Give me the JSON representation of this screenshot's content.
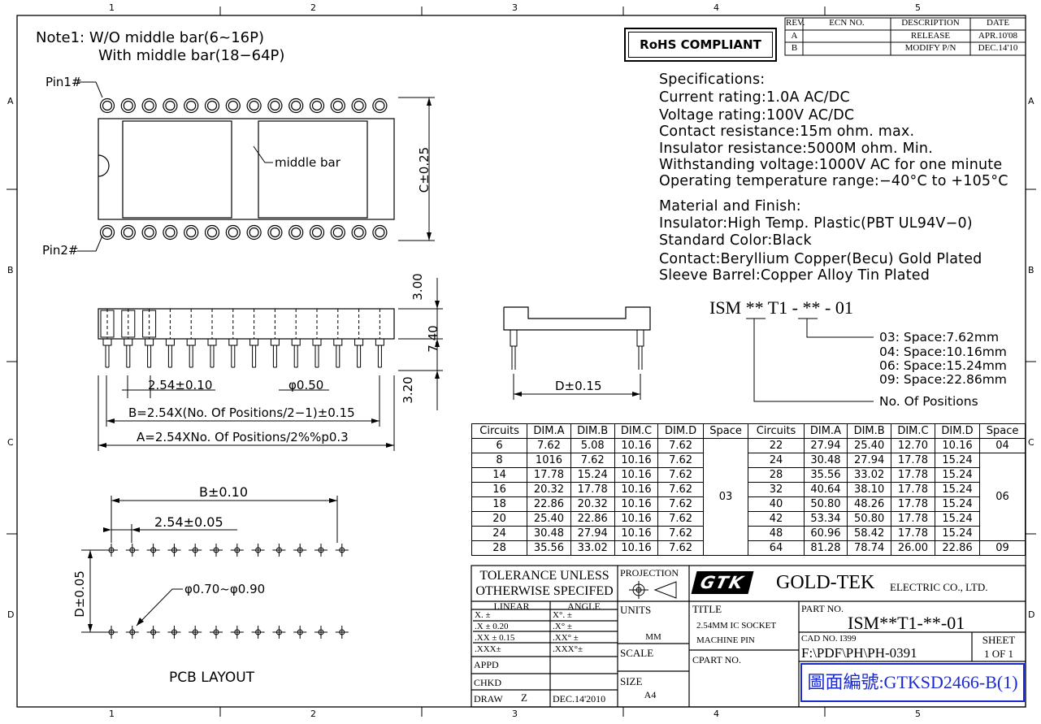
{
  "note": {
    "line1": "Note1:  W/O  middle  bar(6~16P)",
    "line2": "With  middle  bar(18−64P)"
  },
  "labels": {
    "pin1": "Pin1#",
    "pin2": "Pin2#",
    "middle_bar": "middle  bar",
    "dim_c": "C±0.25",
    "dim_300": "3.00",
    "dim_740": "7.40",
    "dim_320": "3.20",
    "pitch": "2.54±0.10",
    "pin_dia": "φ0.50",
    "dim_b": "B=2.54X(No.  Of  Positions/2−1)±0.15",
    "dim_a": "A=2.54XNo.  Of  Positions/2%%p0.3",
    "dim_d": "D±0.15",
    "pcb_b": "B±0.10",
    "pcb_pitch": "2.54±0.05",
    "pcb_d": "D±0.05",
    "pcb_hole": "φ0.70~φ0.90",
    "pcb_title": "PCB  LAYOUT"
  },
  "grid": {
    "cols": [
      "1",
      "2",
      "3",
      "4",
      "5"
    ],
    "rows": [
      "A",
      "B",
      "C",
      "D"
    ]
  },
  "rohs": "RoHS COMPLIANT",
  "revision": {
    "headers": [
      "REV.",
      "ECN NO.",
      "DESCRIPTION",
      "DATE"
    ],
    "rows": [
      [
        "A",
        "",
        "RELEASE",
        "APR.10'08"
      ],
      [
        "B",
        "",
        "MODIFY P/N",
        "DEC.14'10"
      ]
    ]
  },
  "specs": {
    "title": "Specifications:",
    "lines": [
      "Current  rating:1.0A  AC/DC",
      "Voltage  rating:100V  AC/DC",
      "Contact  resistance:15m  ohm.  max.",
      "Insulator  resistance:5000M  ohm.  Min.",
      "Withstanding  voltage:1000V  AC  for  one  minute",
      "Operating  temperature  range:−40°C  to  +105°C"
    ],
    "material_title": "Material  and  Finish:",
    "material_lines": [
      "Insulator:High  Temp.  Plastic(PBT  UL94V−0)",
      "Standard  Color:Black",
      "Contact:Beryllium  Copper(Becu)  Gold  Plated",
      "Sleeve  Barrel:Copper  Alloy  Tin  Plated"
    ]
  },
  "partcode": {
    "code": "ISM ** T1 - ** - 01",
    "space_lines": [
      "03:  Space:7.62mm",
      "04:  Space:10.16mm",
      "06:  Space:15.24mm",
      "09:  Space:22.86mm"
    ],
    "positions": "No.  Of  Positions"
  },
  "dim_table": {
    "headers": [
      "Circuits",
      "DIM.A",
      "DIM.B",
      "DIM.C",
      "DIM.D",
      "Space"
    ],
    "left": [
      [
        "6",
        "7.62",
        "5.08",
        "10.16",
        "7.62"
      ],
      [
        "8",
        "1016",
        "7.62",
        "10.16",
        "7.62"
      ],
      [
        "14",
        "17.78",
        "15.24",
        "10.16",
        "7.62"
      ],
      [
        "16",
        "20.32",
        "17.78",
        "10.16",
        "7.62"
      ],
      [
        "18",
        "22.86",
        "20.32",
        "10.16",
        "7.62"
      ],
      [
        "20",
        "25.40",
        "22.86",
        "10.16",
        "7.62"
      ],
      [
        "24",
        "30.48",
        "27.94",
        "10.16",
        "7.62"
      ],
      [
        "28",
        "35.56",
        "33.02",
        "10.16",
        "7.62"
      ]
    ],
    "left_space": "03",
    "right": [
      [
        "22",
        "27.94",
        "25.40",
        "12.70",
        "10.16"
      ],
      [
        "24",
        "30.48",
        "27.94",
        "17.78",
        "15.24"
      ],
      [
        "28",
        "35.56",
        "33.02",
        "17.78",
        "15.24"
      ],
      [
        "32",
        "40.64",
        "38.10",
        "17.78",
        "15.24"
      ],
      [
        "40",
        "50.80",
        "48.26",
        "17.78",
        "15.24"
      ],
      [
        "42",
        "53.34",
        "50.80",
        "17.78",
        "15.24"
      ],
      [
        "48",
        "60.96",
        "58.42",
        "17.78",
        "15.24"
      ],
      [
        "64",
        "81.28",
        "78.74",
        "26.00",
        "22.86"
      ]
    ],
    "right_space": [
      "04",
      "06",
      "09"
    ]
  },
  "titleblock": {
    "tol1": "TOLERANCE  UNLESS",
    "tol2": "OTHERWISE  SPECIFED",
    "linear": "LINEAR",
    "angle": "ANGLE",
    "lin_rows": [
      "X.    ±",
      ".X   ±  0.20",
      ".XX ±  0.15",
      ".XXX±"
    ],
    "ang_rows": [
      "X°.   ±",
      ".X°    ±",
      ".XX°  ±",
      ".XXX°±"
    ],
    "projection": "PROJECTION",
    "units": "UNITS",
    "units_val": "MM",
    "scale": "SCALE",
    "size": "SIZE",
    "size_val": "A4",
    "appd": "APPD",
    "chkd": "CHKD",
    "draw": "DRAW",
    "draw_by": "Z",
    "draw_date": "DEC.14'2010",
    "logo": "GTK",
    "company": "GOLD-TEK",
    "company_sub": "ELECTRIC  CO.,  LTD.",
    "title_lbl": "TITLE",
    "title1": "2.54MM  IC  SOCKET",
    "title2": "MACHINE  PIN",
    "cpart": "CPART  NO.",
    "partno_lbl": "PART  NO.",
    "partno": "ISM**T1-**-01",
    "cad_lbl": "CAD  NO.  I399",
    "cad": "F:\\PDF\\PH\\PH-0391",
    "sheet": "SHEET",
    "sheet_val": "1  OF  1",
    "drawing_no": "圖面編號:GTKSD2466-B(1)"
  }
}
